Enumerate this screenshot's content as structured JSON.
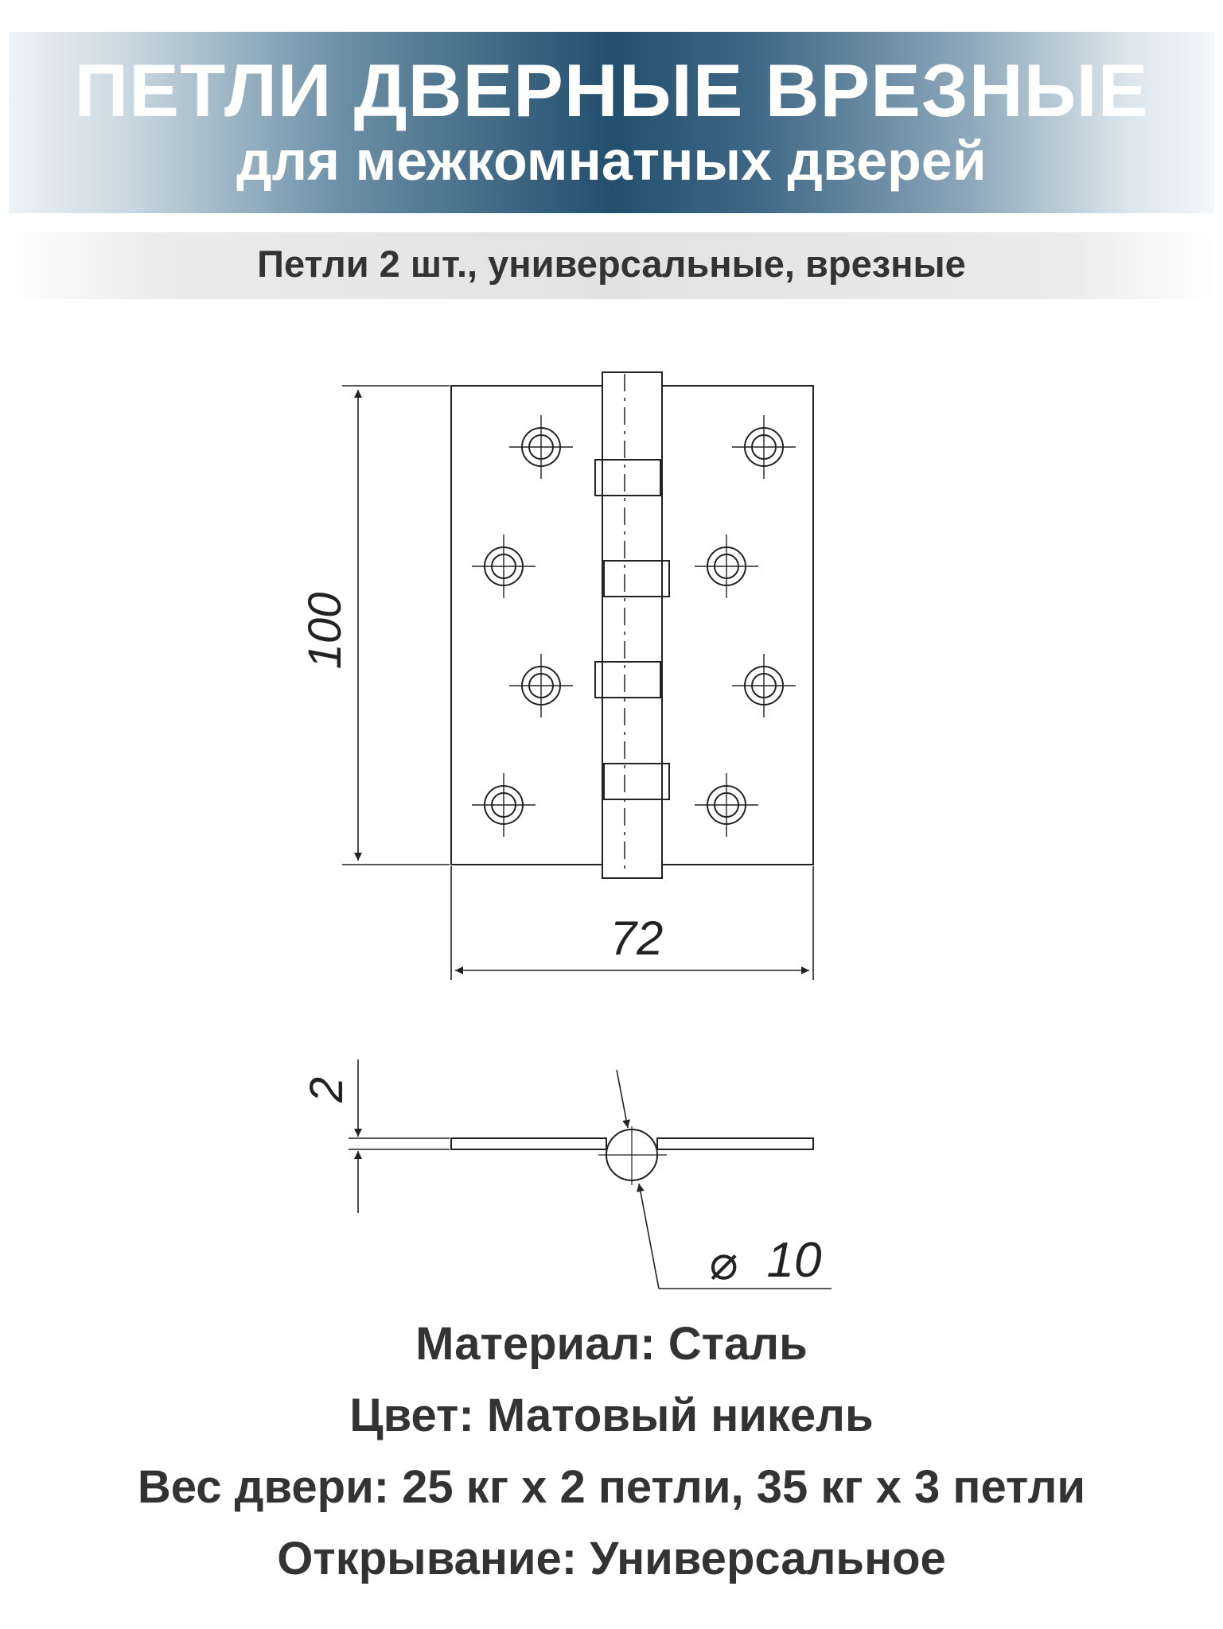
{
  "header": {
    "title": "ПЕТЛИ ДВЕРНЫЕ ВРЕЗНЫЕ",
    "subtitle": "для межкомнатных дверей"
  },
  "tagline": "Петли 2 шт., универсальные, врезные",
  "drawing": {
    "height_label": "100",
    "width_label": "72",
    "thickness_label": "2",
    "diameter_label": "10",
    "diameter_symbol": "⌀"
  },
  "specs": [
    {
      "label": "Материал:",
      "value": "Сталь"
    },
    {
      "label": "Цвет:",
      "value": "Матовый никель"
    },
    {
      "label": "Вес двери:",
      "value": "25 кг х 2 петли, 35 кг х 3 петли"
    },
    {
      "label": "Открывание:",
      "value": "Универсальное"
    }
  ]
}
